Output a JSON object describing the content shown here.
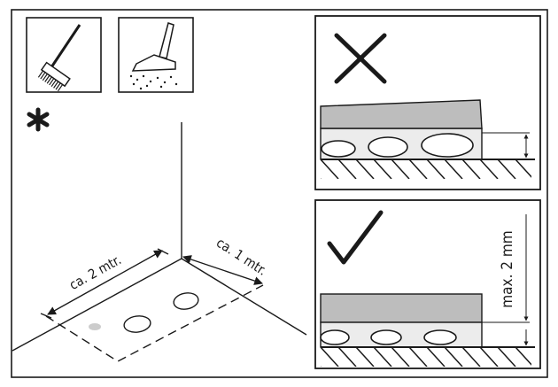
{
  "labels": {
    "distance_long": "ca. 2 mtr.",
    "distance_short": "ca. 1 mtr.",
    "max_gap": "max. 2 mm"
  },
  "icons": {
    "broom": "broom-icon",
    "vacuum": "vacuum-cleaner-icon",
    "asterisk": "asterisk-icon",
    "wrong": "cross-icon",
    "correct": "checkmark-icon"
  },
  "colors": {
    "line": "#1a1a1a",
    "panel_fill": "#bdbdbd",
    "subfloor_fill": "#ececec",
    "dust": "#c8c8c8"
  }
}
